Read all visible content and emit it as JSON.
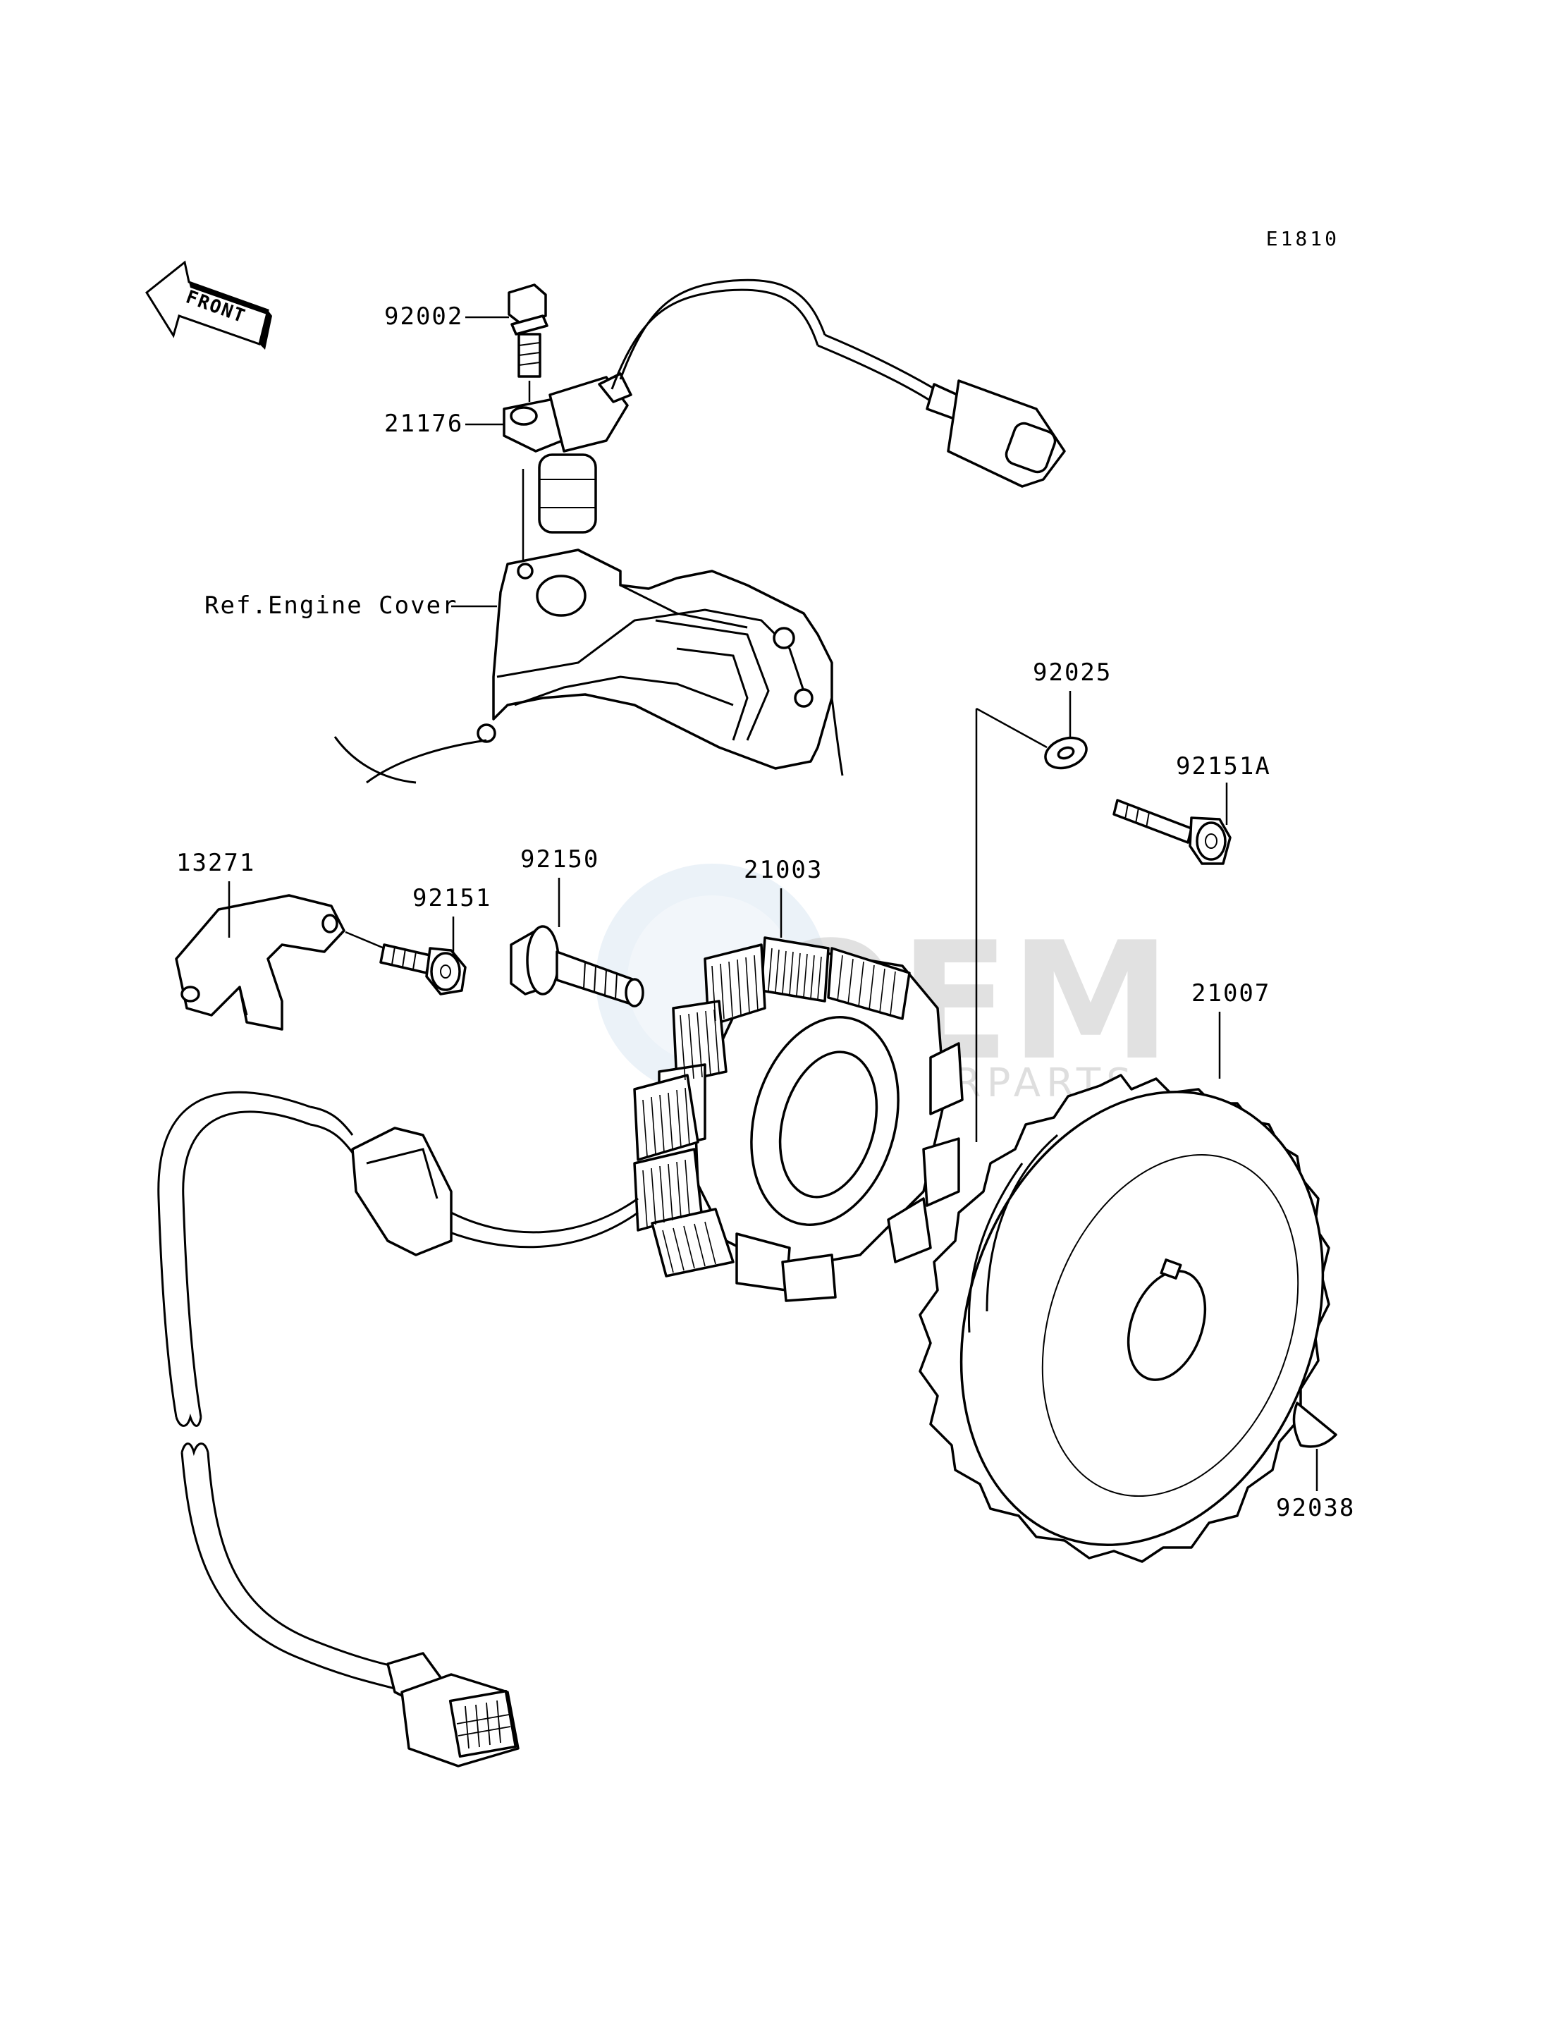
{
  "diagram_code": "E1810",
  "front_label": "FRONT",
  "watermark": {
    "main": "OEM",
    "sub": "MOTORPARTS"
  },
  "reference_label": "Ref.Engine Cover",
  "parts": {
    "bolt_sensor": "92002",
    "crank_sensor": "21176",
    "washer": "92025",
    "bolt_rotor": "92151A",
    "clamp_plate": "13271",
    "bolt_clamp": "92151",
    "bolt_stator": "92150",
    "stator": "21003",
    "rotor": "21007",
    "woodruff_key": "92038"
  }
}
